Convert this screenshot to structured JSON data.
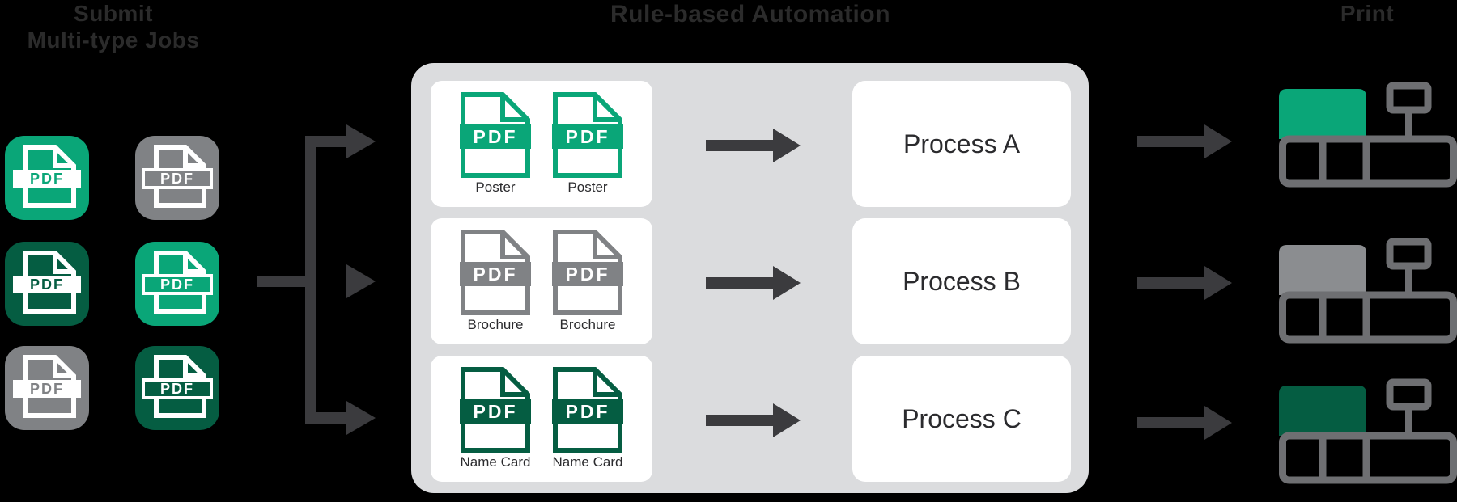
{
  "colors": {
    "background": "#000000",
    "title_text": "#2b2b2b",
    "green": "#0aa678",
    "dark_green": "#055d42",
    "gray": "#808285",
    "printer_outline": "#6e6f72",
    "printer_gray_block": "#8b8d90",
    "arrow": "#3b3b3e",
    "panel_bg": "#dbdcde",
    "card_bg": "#ffffff",
    "label_text": "#2b2b2e"
  },
  "titles": {
    "submit_line1": "Submit",
    "submit_line2": "Multi-type Jobs",
    "automation": "Rule-based Automation",
    "print": "Print"
  },
  "pdf_badge": "PDF",
  "job_tiles": [
    {
      "icon": "pdf-file-icon",
      "job_type": "poster",
      "color": "green"
    },
    {
      "icon": "pdf-file-icon",
      "job_type": "brochure",
      "color": "gray"
    },
    {
      "icon": "pdf-file-icon",
      "job_type": "name-card",
      "color": "dark_green"
    },
    {
      "icon": "pdf-file-icon",
      "job_type": "poster",
      "color": "green"
    },
    {
      "icon": "pdf-file-icon",
      "job_type": "brochure",
      "color": "gray"
    },
    {
      "icon": "pdf-file-icon",
      "job_type": "name-card",
      "color": "dark_green"
    }
  ],
  "rows": [
    {
      "documents": [
        "Poster",
        "Poster"
      ],
      "process": "Process A",
      "printer_color": "green"
    },
    {
      "documents": [
        "Brochure",
        "Brochure"
      ],
      "process": "Process B",
      "printer_color": "gray"
    },
    {
      "documents": [
        "Name Card",
        "Name Card"
      ],
      "process": "Process C",
      "printer_color": "dark_green"
    }
  ]
}
